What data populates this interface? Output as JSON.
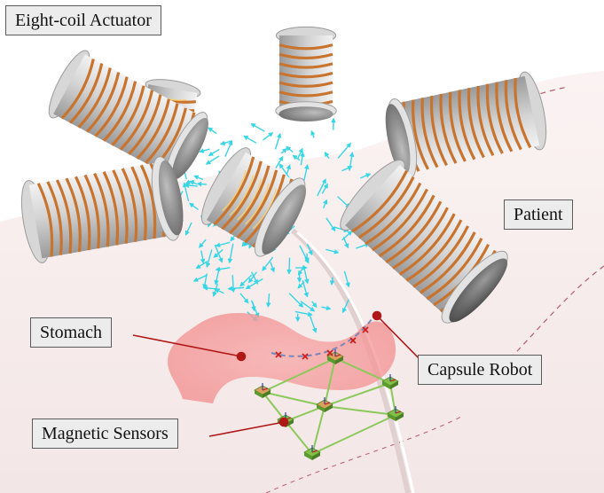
{
  "labels": {
    "actuator": "Eight-coil Actuator",
    "patient": "Patient",
    "stomach": "Stomach",
    "capsule": "Capsule Robot",
    "sensors": "Magnetic Sensors"
  },
  "colors": {
    "coil_wire": "#c8742e",
    "coil_body": "#c9c9c9",
    "field_arrow": "#35d6e6",
    "stomach": "#f4a0a0",
    "pointer": "#b01818",
    "sensor": "#7fc244",
    "trajectory": "#7a85b8",
    "waypoint": "#d01c1c"
  },
  "icons": [
    "coil-icon",
    "field-arrow-icon",
    "sensor-icon",
    "waypoint-icon"
  ]
}
